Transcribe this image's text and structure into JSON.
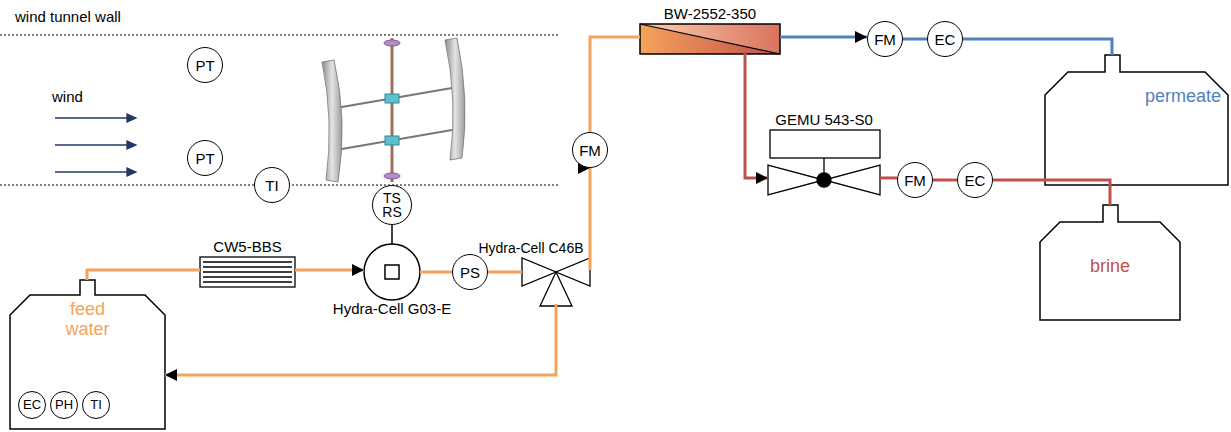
{
  "diagram": {
    "nodes": [
      {
        "text": [
          "PT"
        ]
      },
      {
        "text": [
          "PT"
        ]
      },
      {
        "text": [
          "TI"
        ]
      },
      {
        "text": [
          "TS",
          "RS"
        ]
      },
      {
        "text": [
          "feed water"
        ]
      },
      {
        "text": [
          "EC"
        ],
        "in": 4
      },
      {
        "text": [
          "PH"
        ],
        "in": 4
      },
      {
        "text": [
          "TI"
        ],
        "in": 4
      },
      {
        "text": [
          "CW5-BBS"
        ]
      },
      {
        "text": [
          "Hydra-Cell G03-E"
        ]
      },
      {
        "text": [
          "PS"
        ]
      },
      {
        "text": [
          "Hydra-Cell C46B"
        ]
      },
      {
        "text": [
          "FM"
        ]
      },
      {
        "text": [
          "BW-2552-350"
        ]
      },
      {
        "text": [
          "FM"
        ]
      },
      {
        "text": [
          "EC"
        ]
      },
      {
        "text": [
          "permeate"
        ]
      },
      {
        "text": [
          "GEMU 543-S0"
        ]
      },
      {
        "text": [
          "FM"
        ]
      },
      {
        "text": [
          "EC"
        ]
      },
      {
        "text": [
          "brine"
        ]
      }
    ],
    "edges": [
      {
        "from": 3,
        "to": 9,
        "arrow": "none"
      },
      {
        "from": 4,
        "to": 8,
        "arrow": "none"
      },
      {
        "from": 8,
        "to": 9,
        "arrow": "to"
      },
      {
        "from": 9,
        "to": 10,
        "arrow": "none"
      },
      {
        "from": 10,
        "to": 11,
        "arrow": "none"
      },
      {
        "from": 11,
        "to": 12,
        "arrow": "to"
      },
      {
        "from": 11,
        "to": 4,
        "arrow": "to"
      },
      {
        "from": 12,
        "to": 13,
        "arrow": "none"
      },
      {
        "from": 13,
        "to": 14,
        "arrow": "to"
      },
      {
        "from": 14,
        "to": 15,
        "arrow": "none"
      },
      {
        "from": 15,
        "to": 16,
        "arrow": "none"
      },
      {
        "from": 13,
        "to": 17,
        "arrow": "to"
      },
      {
        "from": 17,
        "to": 18,
        "arrow": "none"
      },
      {
        "from": 18,
        "to": 19,
        "arrow": "none"
      },
      {
        "from": 19,
        "to": 20,
        "arrow": "none"
      }
    ],
    "labels": [
      "wind tunnel wall",
      "wind"
    ]
  }
}
